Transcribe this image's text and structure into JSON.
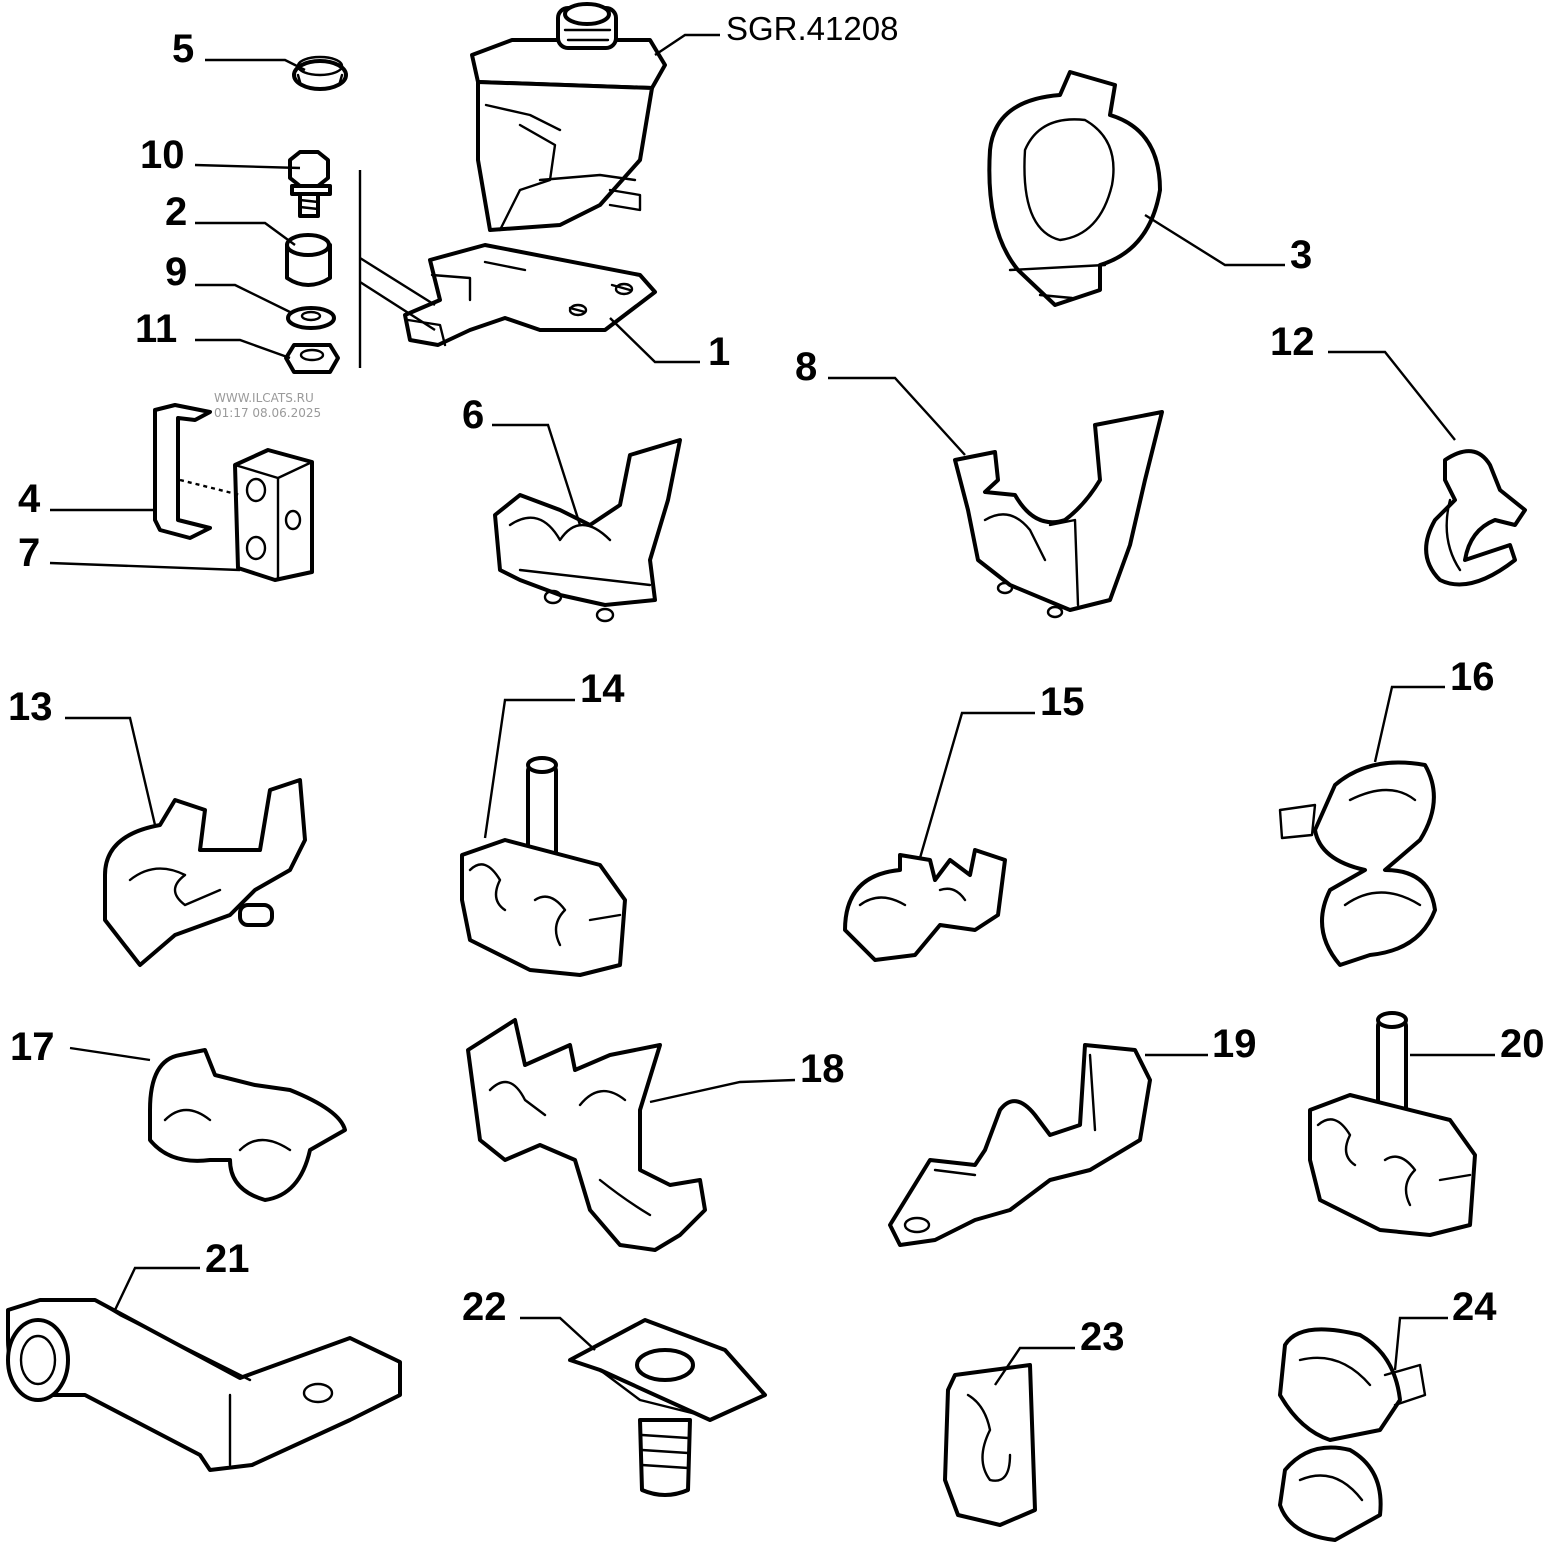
{
  "reference": "SGR.41208",
  "watermark": {
    "site": "WWW.ILCATS.RU",
    "timestamp": "01:17 08.06.2025"
  },
  "callouts": [
    {
      "id": "1",
      "label": "1"
    },
    {
      "id": "2",
      "label": "2"
    },
    {
      "id": "3",
      "label": "3"
    },
    {
      "id": "4",
      "label": "4"
    },
    {
      "id": "5",
      "label": "5"
    },
    {
      "id": "6",
      "label": "6"
    },
    {
      "id": "7",
      "label": "7"
    },
    {
      "id": "8",
      "label": "8"
    },
    {
      "id": "9",
      "label": "9"
    },
    {
      "id": "10",
      "label": "10"
    },
    {
      "id": "11",
      "label": "11"
    },
    {
      "id": "12",
      "label": "12"
    },
    {
      "id": "13",
      "label": "13"
    },
    {
      "id": "14",
      "label": "14"
    },
    {
      "id": "15",
      "label": "15"
    },
    {
      "id": "16",
      "label": "16"
    },
    {
      "id": "17",
      "label": "17"
    },
    {
      "id": "18",
      "label": "18"
    },
    {
      "id": "19",
      "label": "19"
    },
    {
      "id": "20",
      "label": "20"
    },
    {
      "id": "21",
      "label": "21"
    },
    {
      "id": "22",
      "label": "22"
    },
    {
      "id": "23",
      "label": "23"
    },
    {
      "id": "24",
      "label": "24"
    }
  ]
}
